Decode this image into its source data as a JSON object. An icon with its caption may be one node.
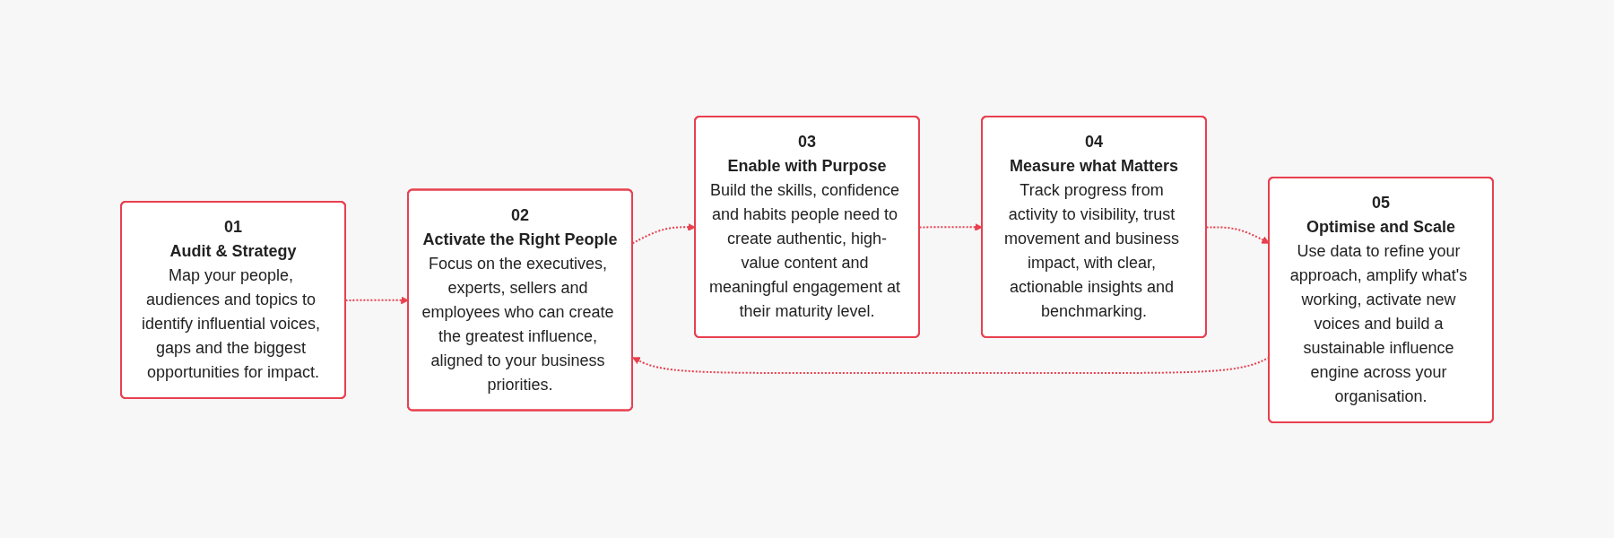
{
  "diagram": {
    "nodes": [
      {
        "text": [
          "01",
          "Audit & Strategy",
          "Map your people, audiences and topics to identify influential voices, gaps and the biggest opportunities for impact."
        ]
      },
      {
        "text": [
          "02",
          "Activate the Right People",
          "Focus on the executives, experts, sellers and employees who can create the greatest influence, aligned to your business priorities."
        ]
      },
      {
        "text": [
          "03",
          "Enable with Purpose",
          "Build the skills, confidence and habits people need to create authentic, high-value content and meaningful engagement at their maturity level."
        ]
      },
      {
        "text": [
          "04",
          "Measure what Matters",
          "Track progress from activity to visibility, trust movement and business impact, with clear, actionable insights and benchmarking."
        ]
      },
      {
        "text": [
          "05",
          "Optimise and Scale",
          "Use data to refine your approach, amplify what's working, activate new voices and build a sustainable influence engine across your organisation."
        ]
      }
    ],
    "edges": [
      {
        "from": 0,
        "to": 1,
        "arrow": "to",
        "style": "dashed"
      },
      {
        "from": 1,
        "to": 2,
        "arrow": "to",
        "style": "dashed"
      },
      {
        "from": 2,
        "to": 3,
        "arrow": "to",
        "style": "dashed"
      },
      {
        "from": 3,
        "to": 4,
        "arrow": "to",
        "style": "dashed"
      },
      {
        "from": 4,
        "to": 1,
        "arrow": "to",
        "style": "dashed"
      }
    ]
  }
}
